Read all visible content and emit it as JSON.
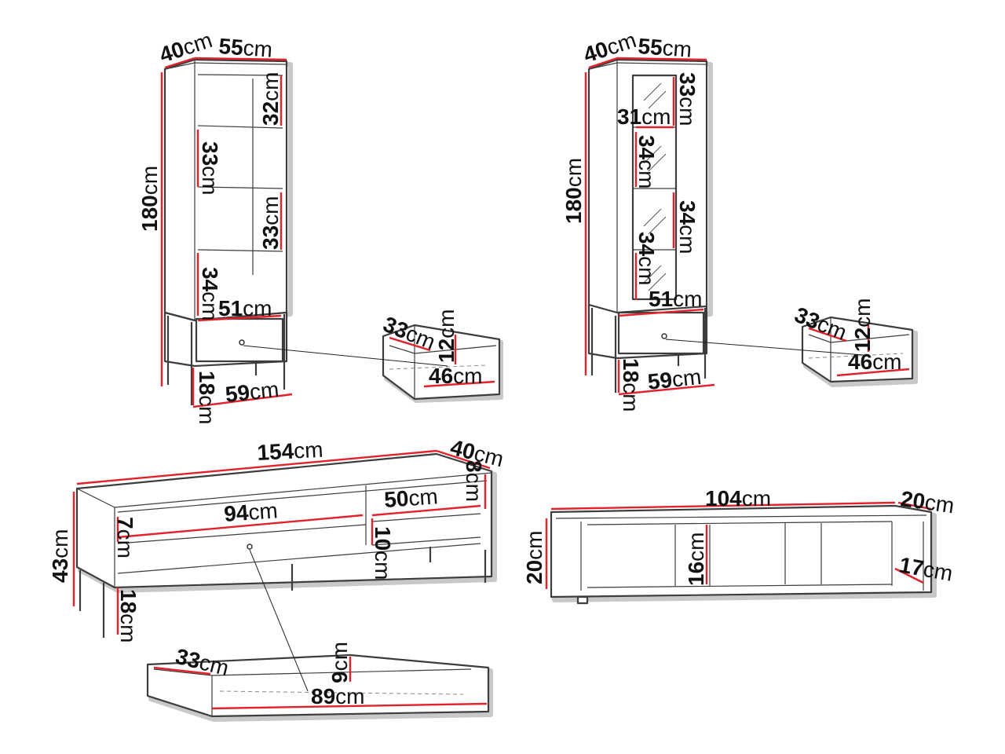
{
  "colors": {
    "outline": "#3d3d3d",
    "dimension_line": "#e3222b",
    "text": "#111111",
    "background": "#ffffff"
  },
  "items": [
    {
      "name": "open-bookcase",
      "labels": {
        "depth": {
          "num": "40",
          "unit": "cm"
        },
        "width": {
          "num": "55",
          "unit": "cm"
        },
        "height": {
          "num": "180",
          "unit": "cm"
        },
        "shelf1": {
          "num": "32",
          "unit": "cm"
        },
        "shelf2": {
          "num": "33",
          "unit": "cm"
        },
        "shelf3": {
          "num": "33",
          "unit": "cm"
        },
        "shelf4": {
          "num": "34",
          "unit": "cm"
        },
        "inner_width": {
          "num": "51",
          "unit": "cm"
        },
        "leg": {
          "num": "18",
          "unit": "cm"
        },
        "base_width": {
          "num": "59",
          "unit": "cm"
        },
        "drawer_depth": {
          "num": "33",
          "unit": "cm"
        },
        "drawer_height": {
          "num": "12",
          "unit": "cm"
        },
        "drawer_width": {
          "num": "46",
          "unit": "cm"
        }
      }
    },
    {
      "name": "glass-vitrine",
      "labels": {
        "depth": {
          "num": "40",
          "unit": "cm"
        },
        "width": {
          "num": "55",
          "unit": "cm"
        },
        "height": {
          "num": "180",
          "unit": "cm"
        },
        "shelf1": {
          "num": "33",
          "unit": "cm"
        },
        "inner_width_top": {
          "num": "31",
          "unit": "cm"
        },
        "shelf2": {
          "num": "34",
          "unit": "cm"
        },
        "shelf3": {
          "num": "34",
          "unit": "cm"
        },
        "shelf4": {
          "num": "34",
          "unit": "cm"
        },
        "inner_width": {
          "num": "51",
          "unit": "cm"
        },
        "leg": {
          "num": "18",
          "unit": "cm"
        },
        "base_width": {
          "num": "59",
          "unit": "cm"
        },
        "drawer_depth": {
          "num": "33",
          "unit": "cm"
        },
        "drawer_height": {
          "num": "12",
          "unit": "cm"
        },
        "drawer_width": {
          "num": "46",
          "unit": "cm"
        }
      }
    },
    {
      "name": "tv-stand",
      "labels": {
        "width": {
          "num": "154",
          "unit": "cm"
        },
        "depth": {
          "num": "40",
          "unit": "cm"
        },
        "height": {
          "num": "43",
          "unit": "cm"
        },
        "top_height": {
          "num": "8",
          "unit": "cm"
        },
        "inner_width_left": {
          "num": "94",
          "unit": "cm"
        },
        "inner_width_right": {
          "num": "50",
          "unit": "cm"
        },
        "compartment_left": {
          "num": "7",
          "unit": "cm"
        },
        "compartment_right": {
          "num": "10",
          "unit": "cm"
        },
        "leg": {
          "num": "18",
          "unit": "cm"
        },
        "drawer_depth": {
          "num": "33",
          "unit": "cm"
        },
        "drawer_height": {
          "num": "9",
          "unit": "cm"
        },
        "drawer_width": {
          "num": "89",
          "unit": "cm"
        }
      }
    },
    {
      "name": "wall-shelf",
      "labels": {
        "width": {
          "num": "104",
          "unit": "cm"
        },
        "depth": {
          "num": "20",
          "unit": "cm"
        },
        "height": {
          "num": "20",
          "unit": "cm"
        },
        "inner_height": {
          "num": "16",
          "unit": "cm"
        },
        "end_depth": {
          "num": "17",
          "unit": "cm"
        }
      }
    }
  ]
}
